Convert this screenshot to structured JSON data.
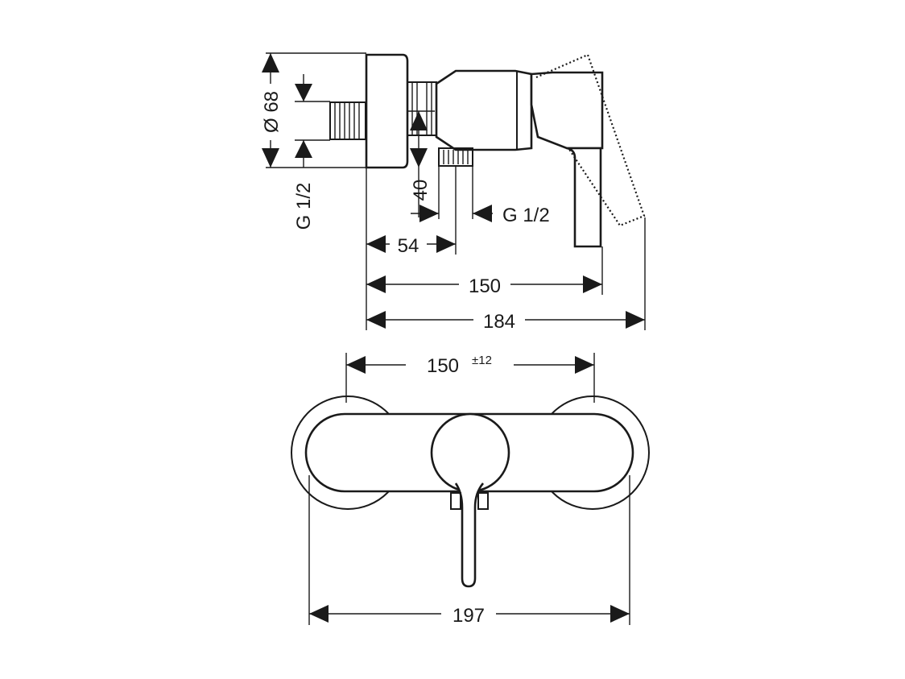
{
  "dimensions": {
    "diameter": "Ø 68",
    "inlet_thread_left": "G 1/2",
    "outlet_height": "40",
    "outlet_thread": "G 1/2",
    "outlet_offset": "54",
    "projection": "150",
    "projection_lever": "184",
    "center_distance": "150",
    "center_tolerance": "±12",
    "overall_width": "197"
  },
  "colors": {
    "line": "#1a1a1a",
    "background": "#ffffff"
  }
}
